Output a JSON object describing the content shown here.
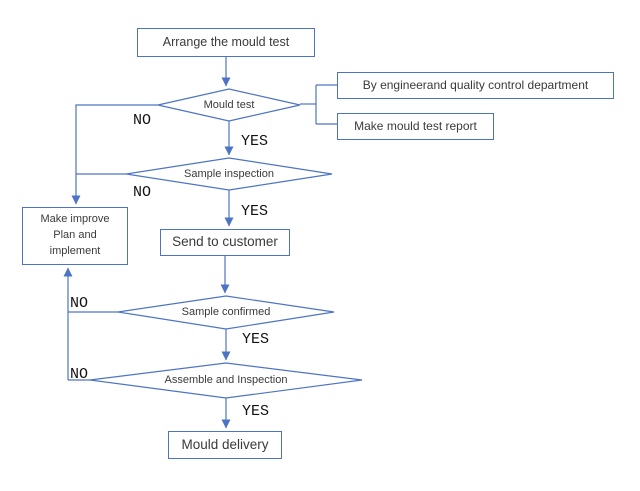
{
  "colors": {
    "line_blue": "#4d74c4",
    "node_border": "#4d74c4",
    "node_fill": "#ffffff",
    "node_text": "#3a3a3a",
    "edge_label_text": "#111111",
    "background": "#ffffff"
  },
  "nodes": {
    "arrange": {
      "label": "Arrange the mould test"
    },
    "mould_test": {
      "label": "Mould test"
    },
    "by_engineer": {
      "label": "By engineerand quality control department"
    },
    "test_report": {
      "label": "Make mould test report"
    },
    "sample_inspection": {
      "label": "Sample inspection"
    },
    "make_improve": {
      "lines": [
        "Make improve",
        "Plan and",
        "implement"
      ]
    },
    "send_customer": {
      "label": "Send to customer"
    },
    "sample_confirmed": {
      "label": "Sample confirmed"
    },
    "assemble": {
      "label": "Assemble and Inspection"
    },
    "mould_delivery": {
      "label": "Mould delivery"
    }
  },
  "edge_labels": {
    "mould_test_no": "NO",
    "mould_test_yes": "YES",
    "sample_inspection_no": "NO",
    "sample_inspection_yes": "YES",
    "sample_confirmed_no": "NO",
    "sample_confirmed_yes": "YES",
    "assemble_no": "NO",
    "assemble_yes": "YES"
  }
}
